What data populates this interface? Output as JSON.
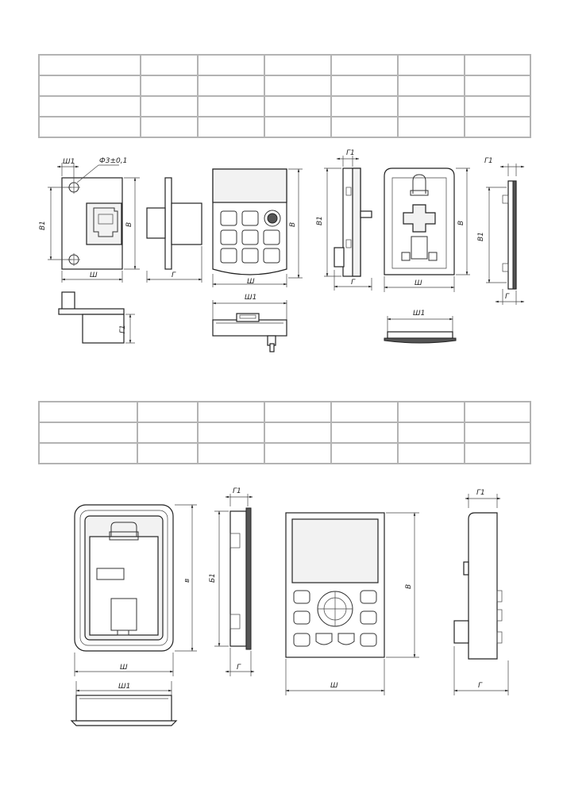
{
  "tables": {
    "top": {
      "rows": 4,
      "cols": 7
    },
    "bottom": {
      "rows": 3,
      "cols": 7
    }
  },
  "labels": {
    "sh1": "Ш1",
    "hole": "Ф3±0,1",
    "v1": "В1",
    "v": "В",
    "sh": "Ш",
    "g": "Г",
    "g1": "Г1",
    "v_lower": "в",
    "b1": "Б1"
  },
  "colors": {
    "line": "#222222",
    "grid": "#b3b3b3",
    "fill": "#f2f2f2"
  }
}
